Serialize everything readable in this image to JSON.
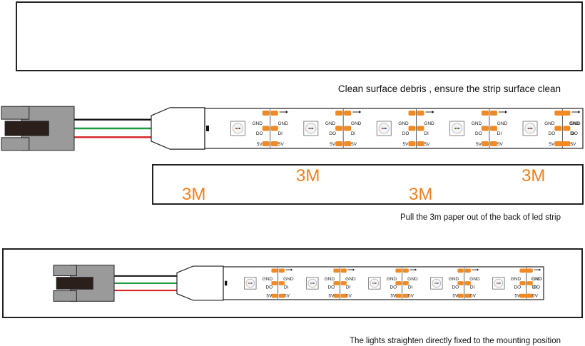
{
  "captions": {
    "step1": "Clean surface debris , ensure the strip surface clean",
    "step2": "Pull the 3m paper out of the back of led strip",
    "step3": "The lights straighten directly fixed to the mounting position"
  },
  "tape_labels": [
    "3M",
    "3M",
    "3M",
    "3M"
  ],
  "pad_labels": {
    "gnd": "GND",
    "do": "DO",
    "di": "DI",
    "v5": "5V"
  },
  "colors": {
    "pad_orange": "#f08a24",
    "tape_text": "#f07f1e",
    "wire_black": "#111111",
    "wire_green": "#1a9a3c",
    "wire_red": "#d42020",
    "connector_gray": "#9a9a9a",
    "connector_dark": "#2a1f1a",
    "outline": "#222222"
  },
  "icons": [
    "ws2812b-led-chip-icon",
    "data-direction-arrow-icon",
    "jst-connector-icon"
  ]
}
